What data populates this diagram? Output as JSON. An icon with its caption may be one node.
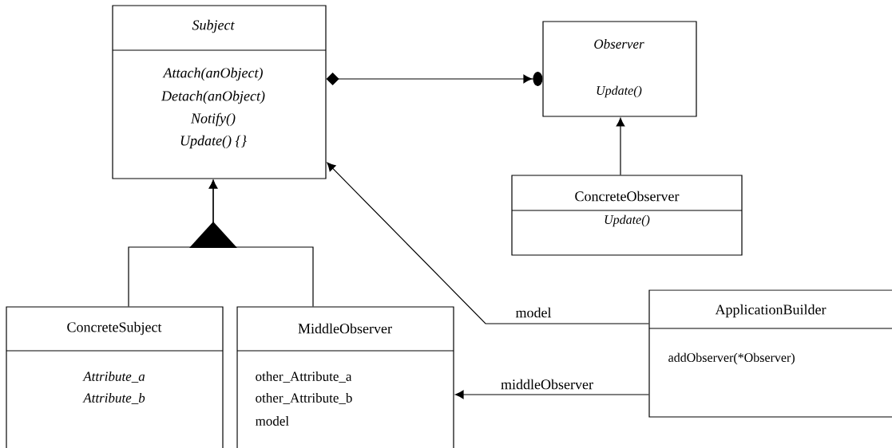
{
  "diagram": {
    "nodes": [
      {
        "text": [
          "Subject",
          "Attach(anObject)",
          "Detach(anObject)",
          "Notify()",
          "Update() {}"
        ]
      },
      {
        "text": [
          "Observer",
          "Update()"
        ]
      },
      {
        "text": [
          "ConcreteObserver",
          "Update()"
        ]
      },
      {
        "text": [
          "ConcreteSubject",
          "Attribute_a",
          "Attribute_b"
        ]
      },
      {
        "text": [
          "MiddleObserver",
          "other_Attribute_a",
          "other_Attribute_b",
          "model"
        ]
      },
      {
        "text": [
          "ApplicationBuilder",
          "addObserver(*Observer)"
        ]
      }
    ],
    "edges": [
      {
        "from": 0,
        "to": 1,
        "arrow": "to"
      },
      {
        "from": 2,
        "to": 1,
        "arrow": "to"
      },
      {
        "from": 3,
        "to": 0,
        "arrow": "to"
      },
      {
        "from": 4,
        "to": 0,
        "arrow": "to"
      },
      {
        "from": 5,
        "to": 0,
        "arrow": "to",
        "label": "model"
      },
      {
        "from": 5,
        "to": 4,
        "arrow": "to",
        "label": "middleObserver"
      }
    ]
  }
}
